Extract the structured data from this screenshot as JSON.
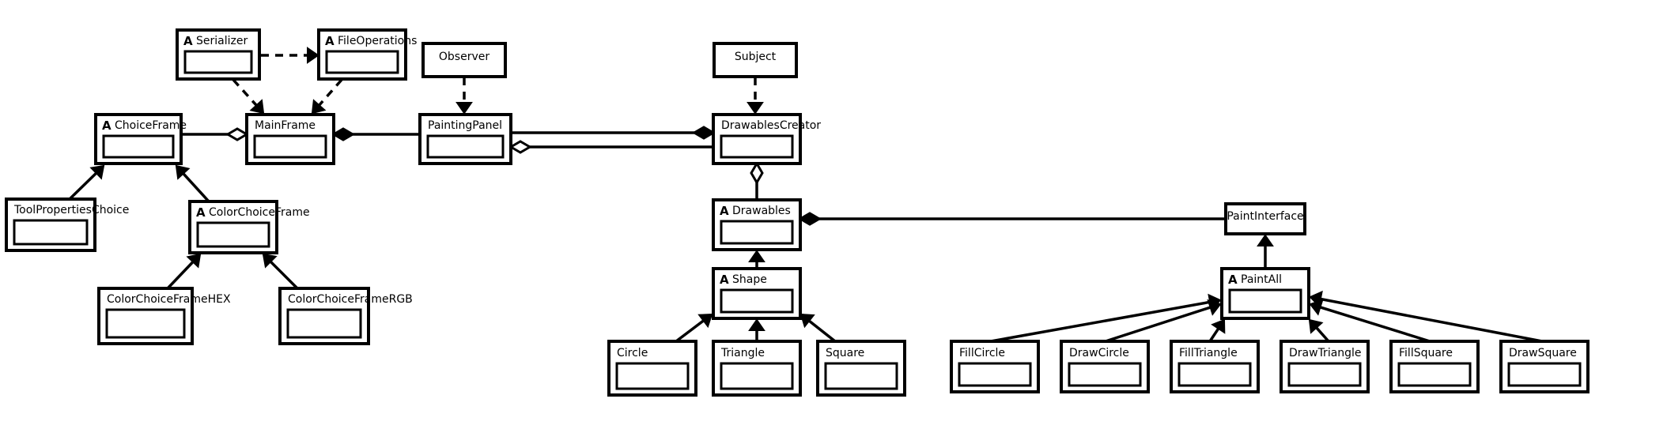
{
  "abstract_marker": "A",
  "classes": {
    "serializer": {
      "name": "Serializer",
      "abstract": true
    },
    "file_operations": {
      "name": "FileOperations",
      "abstract": true
    },
    "observer": {
      "name": "Observer",
      "abstract": false
    },
    "subject": {
      "name": "Subject",
      "abstract": false
    },
    "choice_frame": {
      "name": "ChoiceFrame",
      "abstract": true
    },
    "main_frame": {
      "name": "MainFrame",
      "abstract": false
    },
    "painting_panel": {
      "name": "PaintingPanel",
      "abstract": false
    },
    "drawables_creator": {
      "name": "DrawablesCreator",
      "abstract": false
    },
    "tool_properties_choice": {
      "name": "ToolPropertiesChoice",
      "abstract": false
    },
    "color_choice_frame": {
      "name": "ColorChoiceFrame",
      "abstract": true
    },
    "color_choice_frame_hex": {
      "name": "ColorChoiceFrameHEX",
      "abstract": false
    },
    "color_choice_frame_rgb": {
      "name": "ColorChoiceFrameRGB",
      "abstract": false
    },
    "drawables": {
      "name": "Drawables",
      "abstract": true
    },
    "paint_interface": {
      "name": "PaintInterface",
      "abstract": false
    },
    "shape": {
      "name": "Shape",
      "abstract": true
    },
    "paint_all": {
      "name": "PaintAll",
      "abstract": true
    },
    "circle": {
      "name": "Circle",
      "abstract": false
    },
    "triangle": {
      "name": "Triangle",
      "abstract": false
    },
    "square": {
      "name": "Square",
      "abstract": false
    },
    "fill_circle": {
      "name": "FillCircle",
      "abstract": false
    },
    "draw_circle": {
      "name": "DrawCircle",
      "abstract": false
    },
    "fill_triangle": {
      "name": "FillTriangle",
      "abstract": false
    },
    "draw_triangle": {
      "name": "DrawTriangle",
      "abstract": false
    },
    "fill_square": {
      "name": "FillSquare",
      "abstract": false
    },
    "draw_square": {
      "name": "DrawSquare",
      "abstract": false
    }
  },
  "relations": [
    {
      "from": "serializer",
      "to": "main_frame",
      "kind": "dependency"
    },
    {
      "from": "file_operations",
      "to": "main_frame",
      "kind": "dependency"
    },
    {
      "from": "serializer",
      "to": "file_operations",
      "kind": "dependency"
    },
    {
      "from": "observer",
      "to": "painting_panel",
      "kind": "dependency"
    },
    {
      "from": "subject",
      "to": "drawables_creator",
      "kind": "dependency"
    },
    {
      "from": "choice_frame",
      "to": "main_frame",
      "kind": "aggregation"
    },
    {
      "from": "painting_panel",
      "to": "main_frame",
      "kind": "composition"
    },
    {
      "from": "painting_panel",
      "to": "drawables_creator",
      "kind": "composition"
    },
    {
      "from": "drawables_creator",
      "to": "painting_panel",
      "kind": "aggregation"
    },
    {
      "from": "drawables",
      "to": "drawables_creator",
      "kind": "aggregation"
    },
    {
      "from": "paint_interface",
      "to": "drawables",
      "kind": "composition"
    },
    {
      "from": "tool_properties_choice",
      "to": "choice_frame",
      "kind": "inheritance"
    },
    {
      "from": "color_choice_frame",
      "to": "choice_frame",
      "kind": "inheritance"
    },
    {
      "from": "color_choice_frame_hex",
      "to": "color_choice_frame",
      "kind": "inheritance"
    },
    {
      "from": "color_choice_frame_rgb",
      "to": "color_choice_frame",
      "kind": "inheritance"
    },
    {
      "from": "shape",
      "to": "drawables",
      "kind": "inheritance"
    },
    {
      "from": "circle",
      "to": "shape",
      "kind": "inheritance"
    },
    {
      "from": "triangle",
      "to": "shape",
      "kind": "inheritance"
    },
    {
      "from": "square",
      "to": "shape",
      "kind": "inheritance"
    },
    {
      "from": "paint_all",
      "to": "paint_interface",
      "kind": "inheritance"
    },
    {
      "from": "fill_circle",
      "to": "paint_all",
      "kind": "inheritance"
    },
    {
      "from": "draw_circle",
      "to": "paint_all",
      "kind": "inheritance"
    },
    {
      "from": "fill_triangle",
      "to": "paint_all",
      "kind": "inheritance"
    },
    {
      "from": "draw_triangle",
      "to": "paint_all",
      "kind": "inheritance"
    },
    {
      "from": "fill_square",
      "to": "paint_all",
      "kind": "inheritance"
    },
    {
      "from": "draw_square",
      "to": "paint_all",
      "kind": "inheritance"
    }
  ]
}
